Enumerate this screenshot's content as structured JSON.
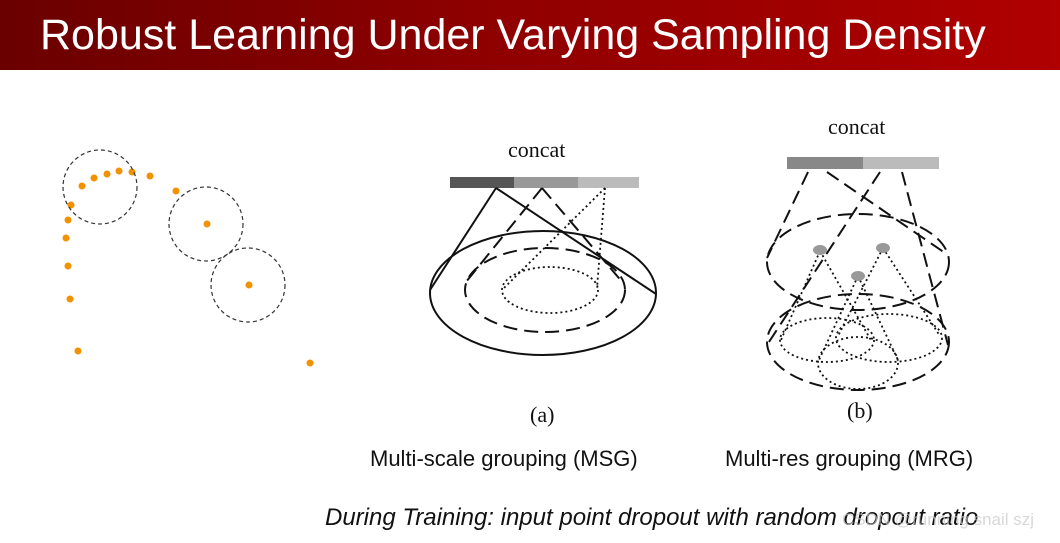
{
  "header": {
    "title": "Robust Learning Under Varying Sampling Density"
  },
  "msg": {
    "concat_label": "concat",
    "subfig_label": "(a)",
    "caption": "Multi-scale grouping (MSG)"
  },
  "mrg": {
    "concat_label": "concat",
    "subfig_label": "(b)",
    "caption": "Multi-res grouping (MRG)"
  },
  "footer": {
    "note": "During Training: input point dropout with random dropout ratio"
  },
  "watermark": {
    "text": "CSDN @running snail szj"
  },
  "colors": {
    "header_start": "#6a0000",
    "header_end": "#b00000",
    "point": "#f39200",
    "concat_dark": "#555555",
    "concat_mid": "#999999",
    "concat_light": "#bbbbbb"
  }
}
